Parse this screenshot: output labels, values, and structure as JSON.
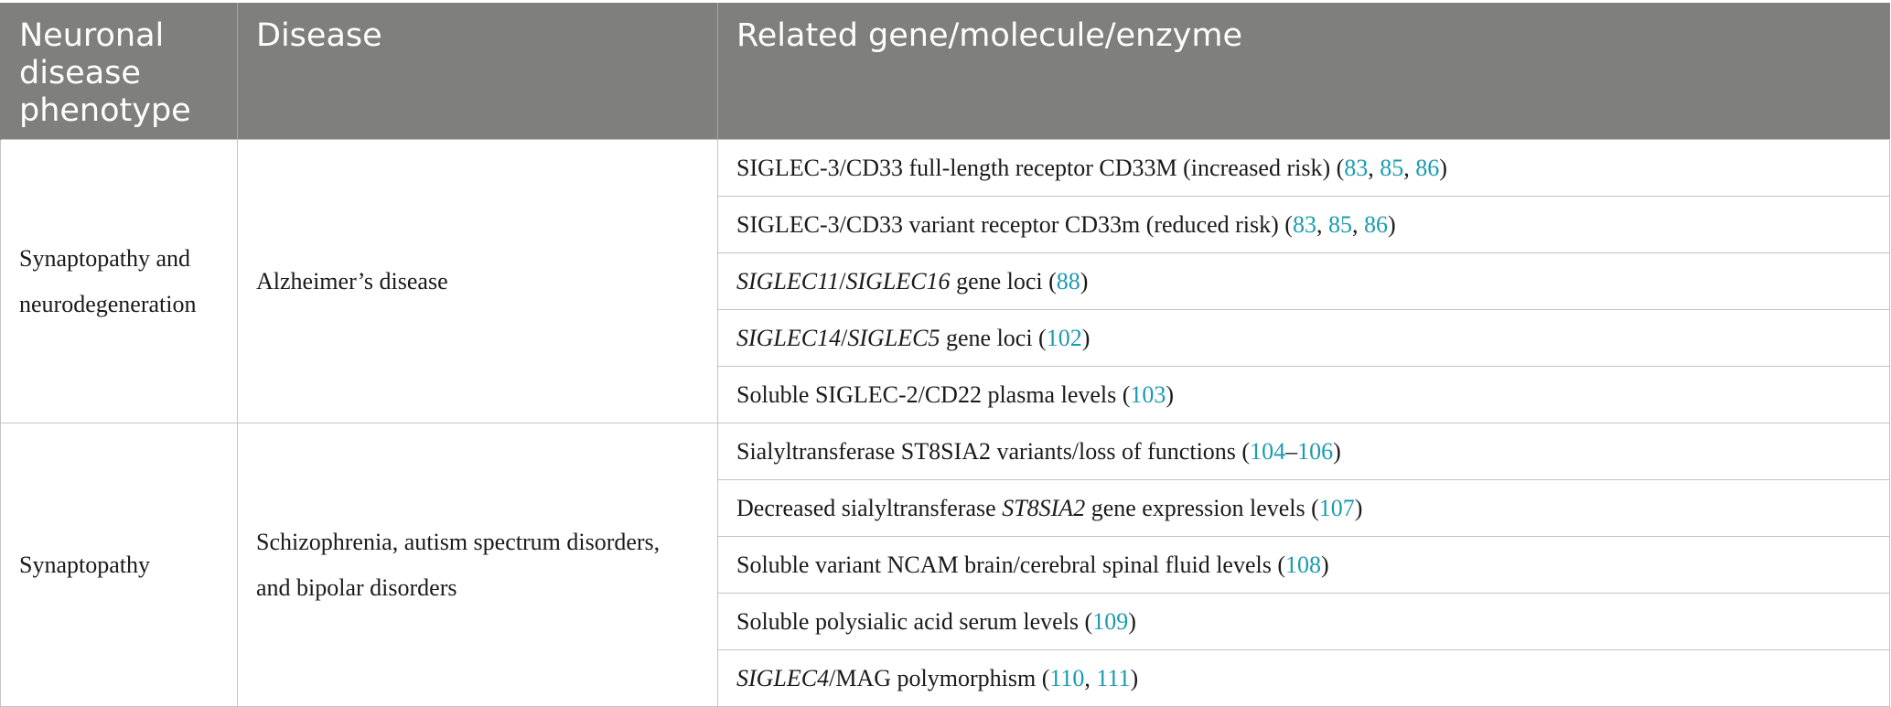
{
  "headers": {
    "phenotype": "Neuronal disease phenotype",
    "disease": "Disease",
    "related": "Related gene/molecule/enzyme"
  },
  "groups": [
    {
      "phenotype": "Synaptopathy and neurodegeneration",
      "disease": "Alzheimer’s disease",
      "rows": [
        {
          "parts": [
            {
              "t": "SIGLEC-3/CD33 full-length receptor CD33M (increased risk) ("
            },
            {
              "t": "83",
              "link": true
            },
            {
              "t": ", "
            },
            {
              "t": "85",
              "link": true
            },
            {
              "t": ", "
            },
            {
              "t": "86",
              "link": true
            },
            {
              "t": ")"
            }
          ]
        },
        {
          "parts": [
            {
              "t": "SIGLEC-3/CD33 variant receptor CD33m (reduced risk) ("
            },
            {
              "t": "83",
              "link": true
            },
            {
              "t": ", "
            },
            {
              "t": "85",
              "link": true
            },
            {
              "t": ", "
            },
            {
              "t": "86",
              "link": true
            },
            {
              "t": ")"
            }
          ]
        },
        {
          "parts": [
            {
              "t": "SIGLEC11",
              "italic": true
            },
            {
              "t": "/"
            },
            {
              "t": "SIGLEC16",
              "italic": true
            },
            {
              "t": " gene loci ("
            },
            {
              "t": "88",
              "link": true
            },
            {
              "t": ")"
            }
          ]
        },
        {
          "parts": [
            {
              "t": "SIGLEC14",
              "italic": true
            },
            {
              "t": "/"
            },
            {
              "t": "SIGLEC5",
              "italic": true
            },
            {
              "t": " gene loci ("
            },
            {
              "t": "102",
              "link": true
            },
            {
              "t": ")"
            }
          ]
        },
        {
          "parts": [
            {
              "t": "Soluble SIGLEC-2/CD22 plasma levels ("
            },
            {
              "t": "103",
              "link": true
            },
            {
              "t": ")"
            }
          ]
        }
      ]
    },
    {
      "phenotype": "Synaptopathy",
      "disease": "Schizophrenia, autism spectrum disorders, and bipolar disorders",
      "rows": [
        {
          "parts": [
            {
              "t": "Sialyltransferase ST8SIA2 variants/loss of functions ("
            },
            {
              "t": "104",
              "link": true
            },
            {
              "t": "–"
            },
            {
              "t": "106",
              "link": true
            },
            {
              "t": ")"
            }
          ]
        },
        {
          "parts": [
            {
              "t": "Decreased sialyltransferase "
            },
            {
              "t": "ST8SIA2",
              "italic": true
            },
            {
              "t": " gene expression levels ("
            },
            {
              "t": "107",
              "link": true
            },
            {
              "t": ")"
            }
          ]
        },
        {
          "parts": [
            {
              "t": "Soluble variant NCAM brain/cerebral spinal fluid levels ("
            },
            {
              "t": "108",
              "link": true
            },
            {
              "t": ")"
            }
          ]
        },
        {
          "parts": [
            {
              "t": "Soluble polysialic acid serum levels ("
            },
            {
              "t": "109",
              "link": true
            },
            {
              "t": ")"
            }
          ]
        },
        {
          "parts": [
            {
              "t": "SIGLEC4",
              "italic": true
            },
            {
              "t": "/MAG polymorphism ("
            },
            {
              "t": "110",
              "link": true
            },
            {
              "t": ", "
            },
            {
              "t": "111",
              "link": true
            },
            {
              "t": ")"
            }
          ]
        }
      ]
    }
  ]
}
